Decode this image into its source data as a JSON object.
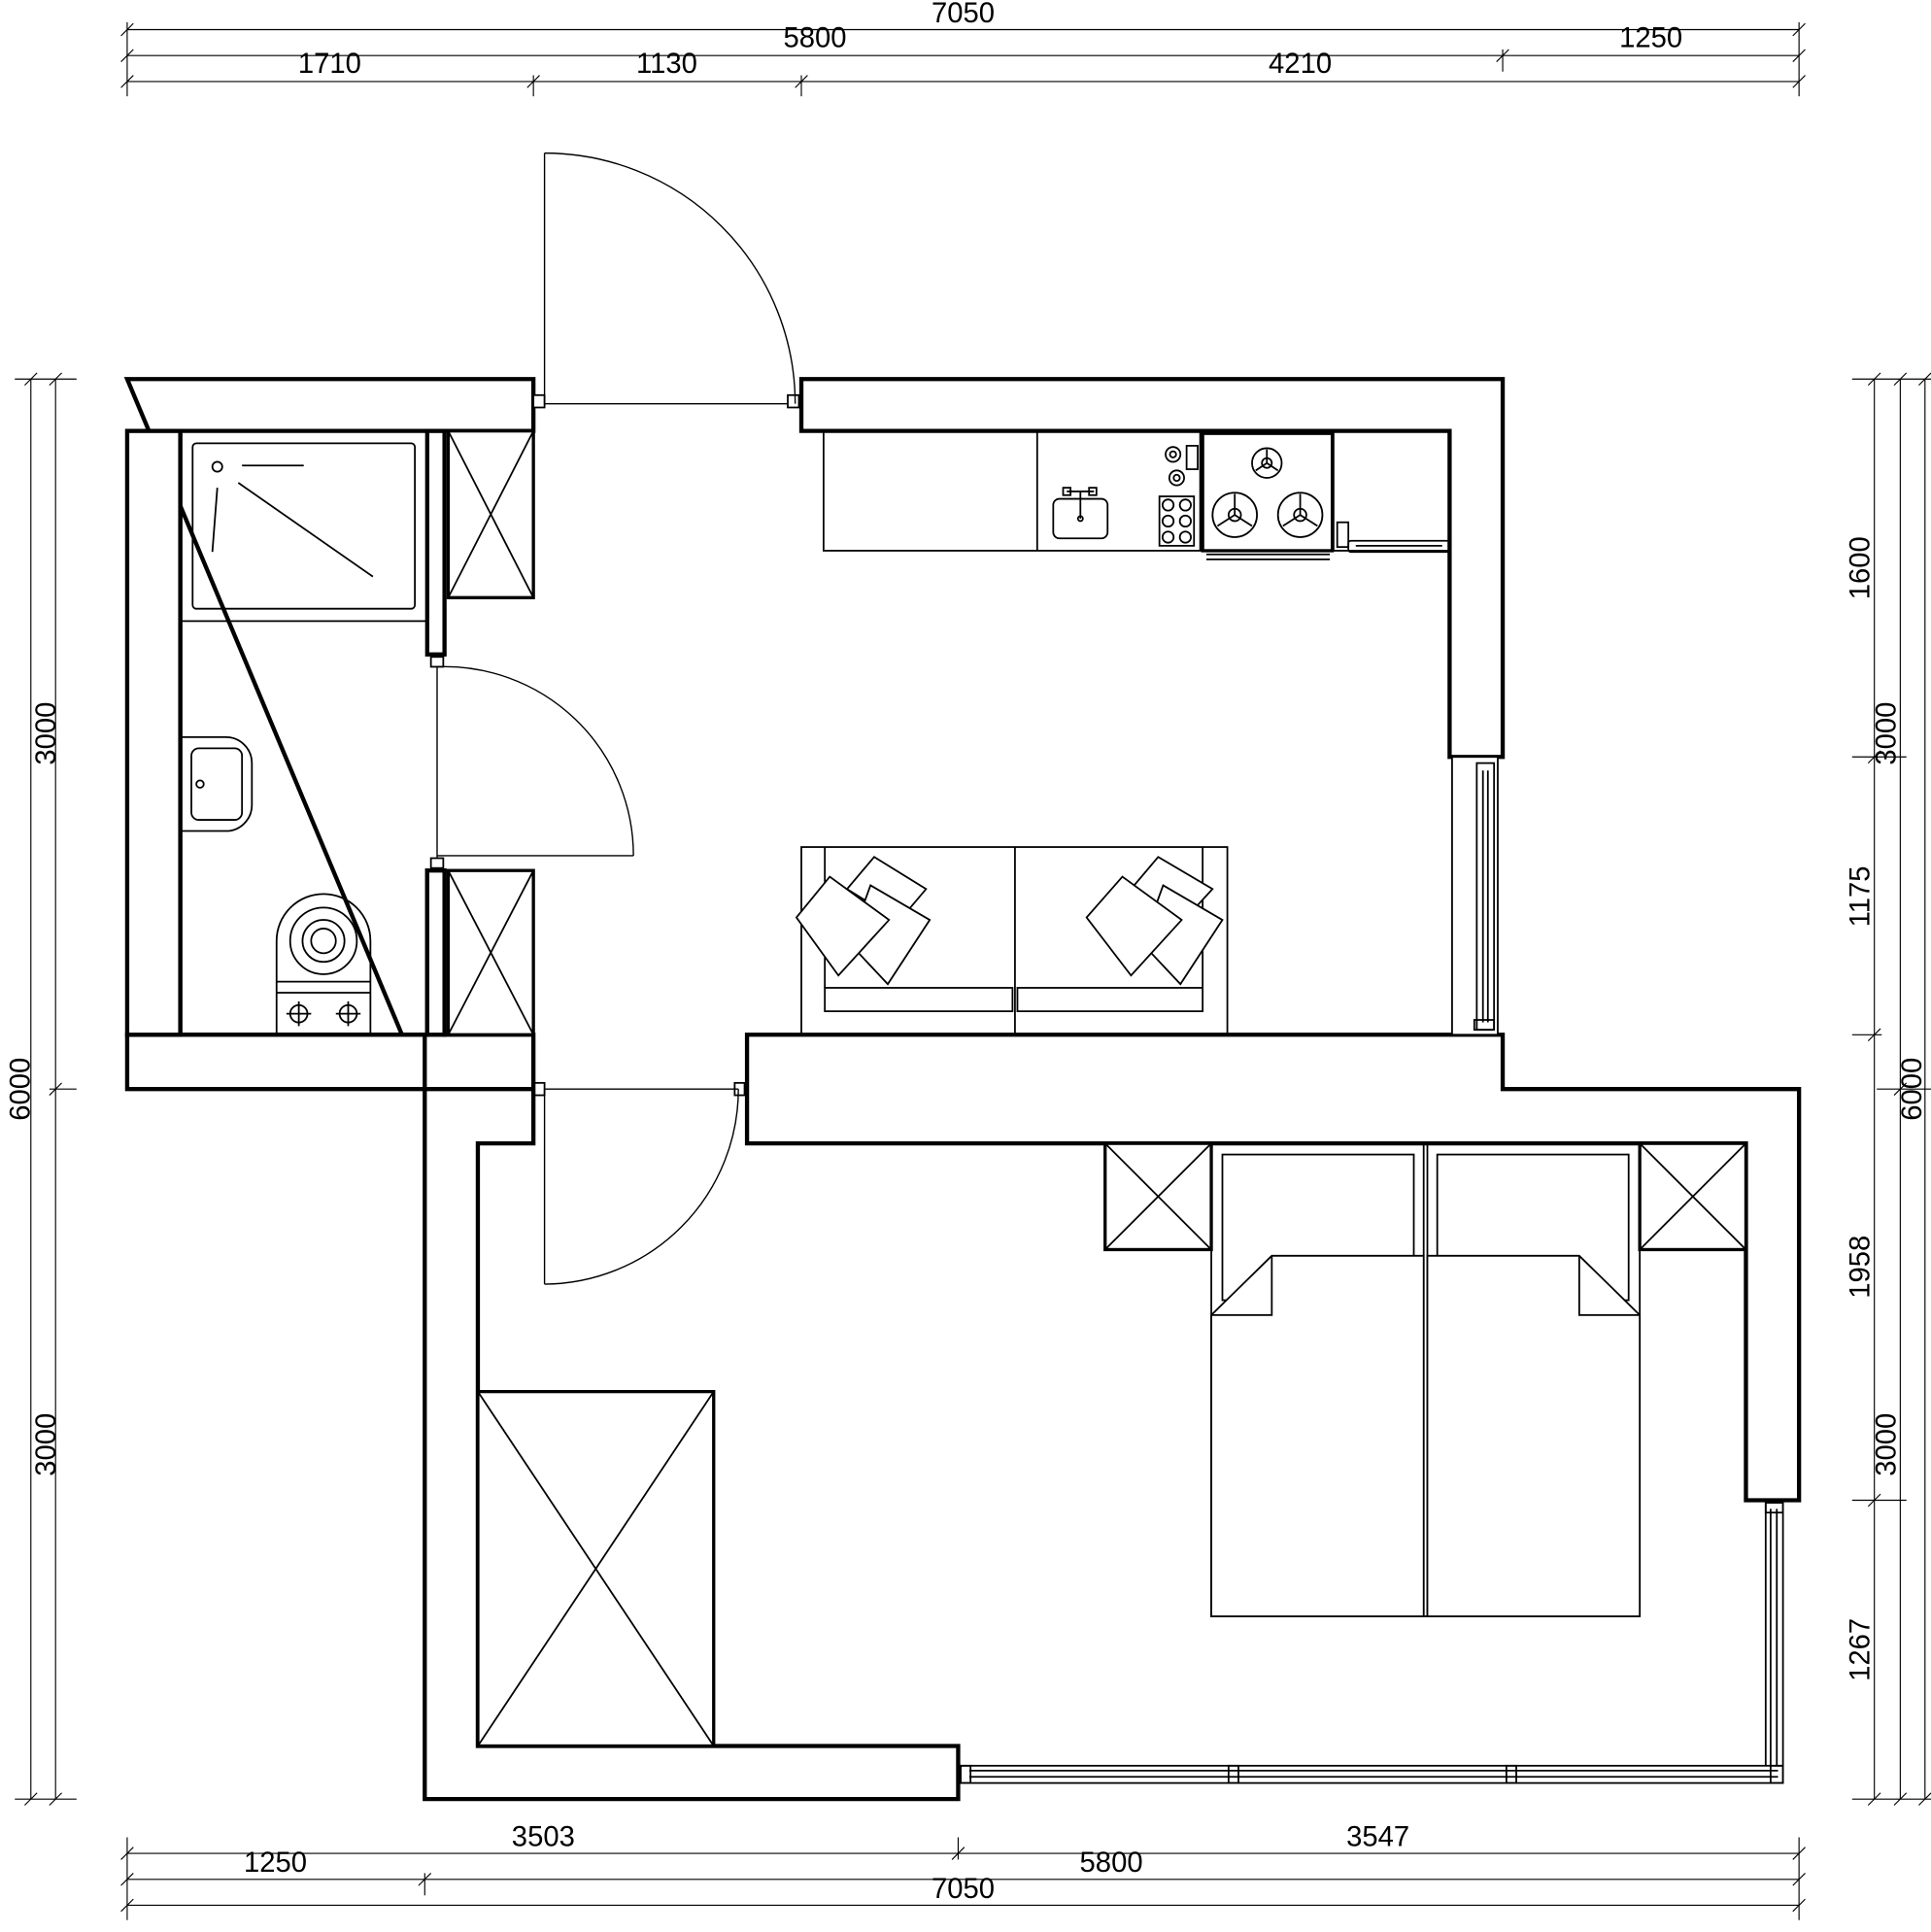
{
  "dimensions": {
    "top": {
      "overall": "7050",
      "row2": [
        "5800",
        "1250"
      ],
      "row3": [
        "1710",
        "1130",
        "4210"
      ]
    },
    "bottom": {
      "row1": [
        "3503",
        "3547"
      ],
      "row2": [
        "1250",
        "5800"
      ],
      "overall": "7050"
    },
    "left": {
      "parts": [
        "3000",
        "3000"
      ],
      "overall": "6000"
    },
    "right": {
      "inner": [
        "1600",
        "1175",
        "1958",
        "1267"
      ],
      "parts": [
        "3000",
        "3000"
      ],
      "overall": "6000"
    }
  }
}
